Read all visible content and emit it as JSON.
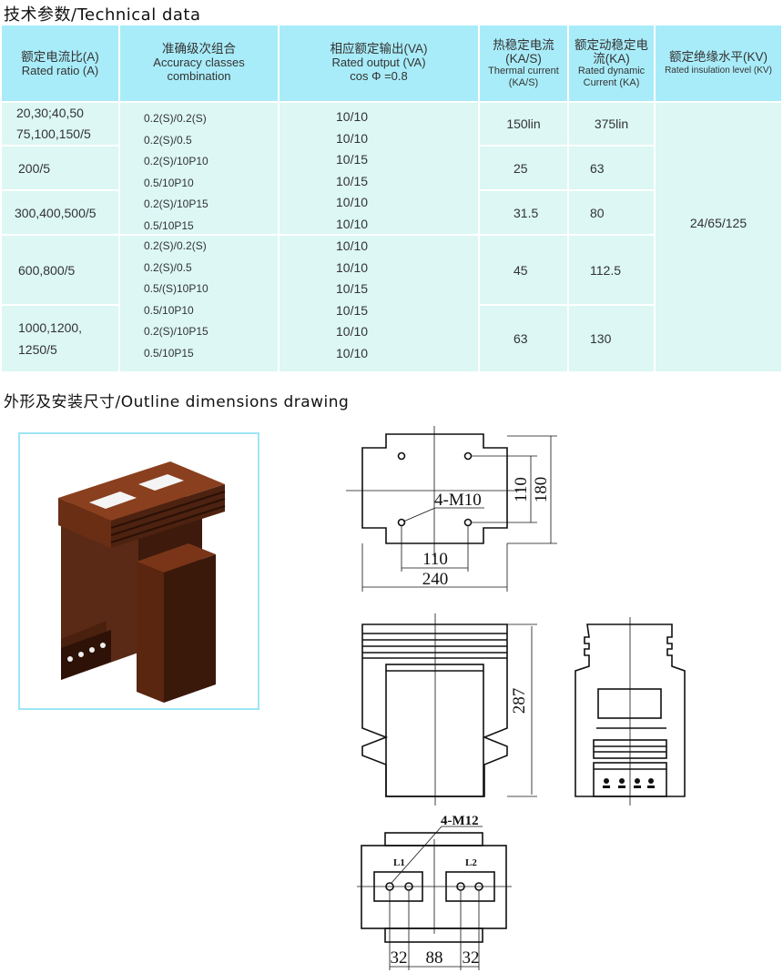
{
  "technical_title": "技术参数/Technical data",
  "table": {
    "headers": [
      {
        "cn": "额定电流比(A)",
        "en": "Rated ratio (A)"
      },
      {
        "cn": "准确级次组合",
        "en": "Accuracy classes combination"
      },
      {
        "cn": "相应额定输出(VA)",
        "en": "Rated output (VA)",
        "en2": "cos Φ =0.8"
      },
      {
        "cn": "热稳定电流(KA/S)",
        "en": "Thermal current (KA/S)"
      },
      {
        "cn": "额定动稳定电流(KA)",
        "en": "Rated dynamic Current (KA)"
      },
      {
        "cn": "额定绝缘水平(KV)",
        "en": "Rated insulation level (KV)"
      }
    ],
    "ratios": [
      "20,30;40,50 75,100,150/5",
      "200/5",
      "300,400,500/5",
      "600,800/5",
      "1000,1200, 1250/5"
    ],
    "accuracy": [
      "0.2(S)/0.2(S)",
      "0.2(S)/0.5",
      "0.2(S)/10P10",
      "0.5/10P10",
      "0.2(S)/10P15",
      "0.5/10P15",
      "0.2(S)/0.2(S)",
      "0.2(S)/0.5",
      "0.5/(S)10P10",
      "0.5/10P10",
      "0.2(S)/10P15",
      "0.5/10P15"
    ],
    "output": [
      "10/10",
      "10/10",
      "10/15",
      "10/15",
      "10/10",
      "10/10",
      "10/10",
      "10/10",
      "10/15",
      "10/15",
      "10/10",
      "10/10"
    ],
    "thermal": [
      "150lin",
      "25",
      "31.5",
      "45",
      "63"
    ],
    "dynamic": [
      "375lin",
      "63",
      "80",
      "112.5",
      "130"
    ],
    "insulation": "24/65/125"
  },
  "outline_title": "外形及安装尺寸/Outline dimensions drawing",
  "drawings": {
    "top_view": {
      "thread": "4-M10",
      "hole_spacing_v": "110",
      "height": "180",
      "hole_spacing_h": "110",
      "width": "240"
    },
    "front_view": {
      "height": "287"
    },
    "bottom_view": {
      "thread": "4-M12",
      "terminal_1": "L1",
      "terminal_2": "L2",
      "dim_left": "32",
      "dim_mid": "88",
      "dim_right": "32"
    }
  }
}
